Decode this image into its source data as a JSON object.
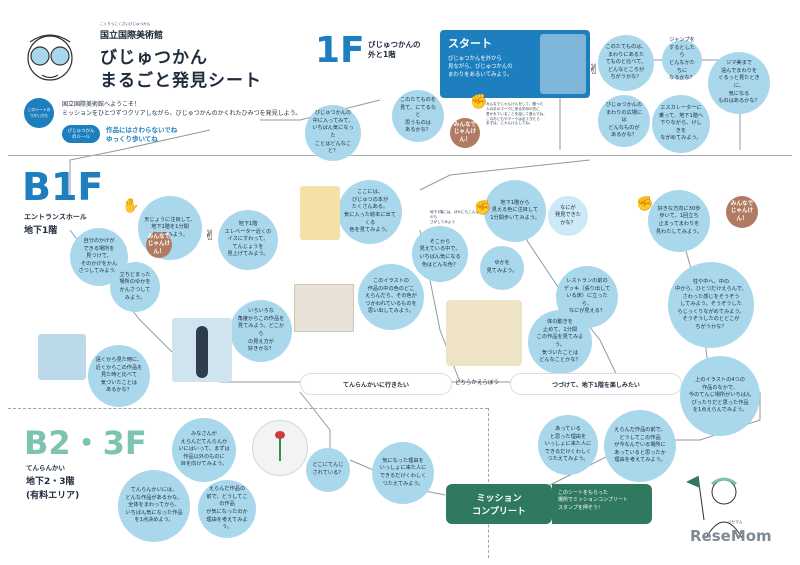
{
  "header": {
    "museum": "国立国際美術館",
    "museum_ruby": "こくりつこくさいびじゅつかん",
    "title_line1": "びじゅつかん",
    "title_line2": "まるごと発見シート",
    "intro_label": "このシートの\nつかいかた",
    "intro_text": "国立国際美術館へようこそ！\nミッションをひとつずつクリアしながら、びじゅつかんのかくれたひみつを発見しよう。",
    "rules_label": "びじゅつかん\nのルール",
    "rules_text": "作品にはさわらないでね\nゆっくり歩いてね"
  },
  "floors": {
    "f1": {
      "name": "1F",
      "sub": "びじゅつかんの\n外と1階"
    },
    "b1": {
      "name": "B1F",
      "sub1": "エントランスホール",
      "sub2": "地下1階"
    },
    "b23": {
      "name": "B2・3F",
      "sub1": "てんらんかい",
      "sub2": "地下2・3階",
      "sub3": "(有料エリア)"
    }
  },
  "start": {
    "label": "スタート",
    "text": "びじゅつかんを外から\n見ながら、びじゅつかんの\nまわりをあるいてみよう。"
  },
  "f1_bubbles": [
    "このたてものは、\nまわりにあるた\nてものと比べて、\nどんなところが\nちがうかな？",
    "ジャンプを\nするとしたら\nどんなかたちに\nなるかな？",
    "ジマ美まで\n遠んでまわりを\nぐるっと見たときに、\n気になる\nものはあるかな？",
    "びじゅつかんの\nまわりの広場には\nどんなものが\nあるかな？",
    "エスカレーターに\n乗って、地下1階へ\n下りながら、けしきを\nながめてみよう。",
    "このたてものを\n見て、にてるなと\n思うものは\nあるかな？",
    "びじゅつかんの\n中に入ってみて、\nいちばん気になった\nことはどんなこと？"
  ],
  "f1_janken": "みんなで\nじゃんけん！",
  "f1_note": "みんなでじゃんけんをして、勝った\n人の手のマークに来る矢印の先に\n書かれていることを話して進んでね。\nこのおともやマークは出てきたら\nまずは、じゃんけんしてね。",
  "b1_bubbles": [
    "天じょうに注目して、\n地下1階を1分間\n歩いてみよう。",
    "自分のかげが\nできる場所を\n見つけて、\nそのかげをかん\nさつしてみよう。",
    "地下1階\nエレベーター近くの\nイスにすわって、\nてんじょうを\n見上げてみよう。",
    "立ちどまった\n場所のゆかを\nかんさつして\nみよう。",
    "いろいろな\n角度からこの作品を\n見てみよう。どこから\nの見え方が\n好きかな？",
    "遠くから見た時に、\n近くからこの作品を\n見た時と比べて\n気づいたことは\nあるかな？",
    "ここには、\nびじゅつの本が\nたくさんある。\n気に入った絵本に出てくる\n色を見てみよう。",
    "地下1階から\n見える色に注目して\n1分間歩いてみよう。",
    "なにが\n発見できた\nかな？",
    "そこから\n見えている中で、\nいちばん気になる\n色はどんな色？",
    "ゆかを\n見てみよう。",
    "このイラストの\n作品の中の色のどこ\nえらんだら、その色が\nつかわれているものを\n思い出してみよう。",
    "レストランの前の\nデッキ（張り出して\nいる床）に立ったら、\nなにが見える？",
    "体の動きを\n止めて、1分間\nこの作品を見てみよう。\n気づいたことは\nどんなことかな？",
    "好きな方向に30歩\n歩いて、1回立ち\n止まってまわりを\n見わたしてみよう。",
    "柱や中へ、中の\n中から、ひとつだけえらんで、\nさわった感じをそうぞう\nしてみよう。そうぞうした\nらじっくりながめてみよう。\nそうぞうしたのとどこが\nちがうかな？"
  ],
  "b1_janken": [
    "みんなで\nじゃんけん！",
    "みんなで\nじゃんけん！"
  ],
  "b1_note": "地下1階には、ほかにもこんなものも\nさがしてみよう",
  "branch": {
    "left": "てんらんかいに行きたい",
    "mid": "どちらかえらぼう",
    "right": "つづけて、地下1階を楽しみたい"
  },
  "b23_bubbles": [
    "みなさんが\nえらんだてんらんか\nいにはいって、まずは\n作品以外のものに\n目を向けてみよう。",
    "てんらんかいには、\nどんな作品があるかな。\n全体をまわってから、\nいちばん気になった作品\nを1点決めよう。",
    "えらんだ作品の\n前で、どうしてこの作品\nが気になったのか\n理由を考えてみよう。",
    "どこにてんじ\nされている？",
    "気になった理由を\nいっしょに来た人に\nできるだけくわしく\nつたえてみよう。",
    "あっている\nと思った理由を\nいっしょに来た人に\nできるだけくわしく\nつたえてみよう。",
    "えらんだ作品の前で、\nどうしてこの作品\nが今なんでいる場所に\nあっていると思ったか\n理由を考えてみよう。",
    "上のイラストの4つの\n作品のなかで、\n今のてんじ場所がいちばん\nぴったりだと思った作品\nを1点えらんでみよう。"
  ],
  "mission": {
    "label1": "ミッション",
    "label2": "コンプリート",
    "text": "このシートをもらった\n場所でミッションコンプリート\nスタンプを押そう！"
  },
  "watermark": "ReseMom",
  "watermark_ruby": "リセマム",
  "colors": {
    "blue": "#a9d8ec",
    "deep_blue": "#1d7fbe",
    "green": "#2f7a5f",
    "brown": "#b07b62",
    "b23_green": "#7cc3b0"
  }
}
